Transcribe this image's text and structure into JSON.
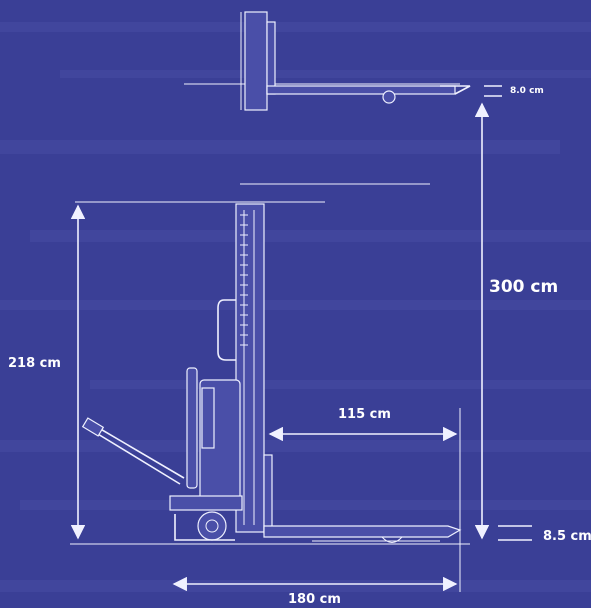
{
  "colors": {
    "background": "#3a3f96",
    "stripe": "#474ca3",
    "line": "#f0f1ff",
    "text": "#ffffff"
  },
  "dimensions": {
    "lowered_height": "218 cm",
    "max_lift_height": "300 cm",
    "fork_length": "115 cm",
    "overall_length": "180 cm",
    "fork_thickness_top": "8.0 cm",
    "fork_thickness_bottom": "8.5 cm"
  }
}
